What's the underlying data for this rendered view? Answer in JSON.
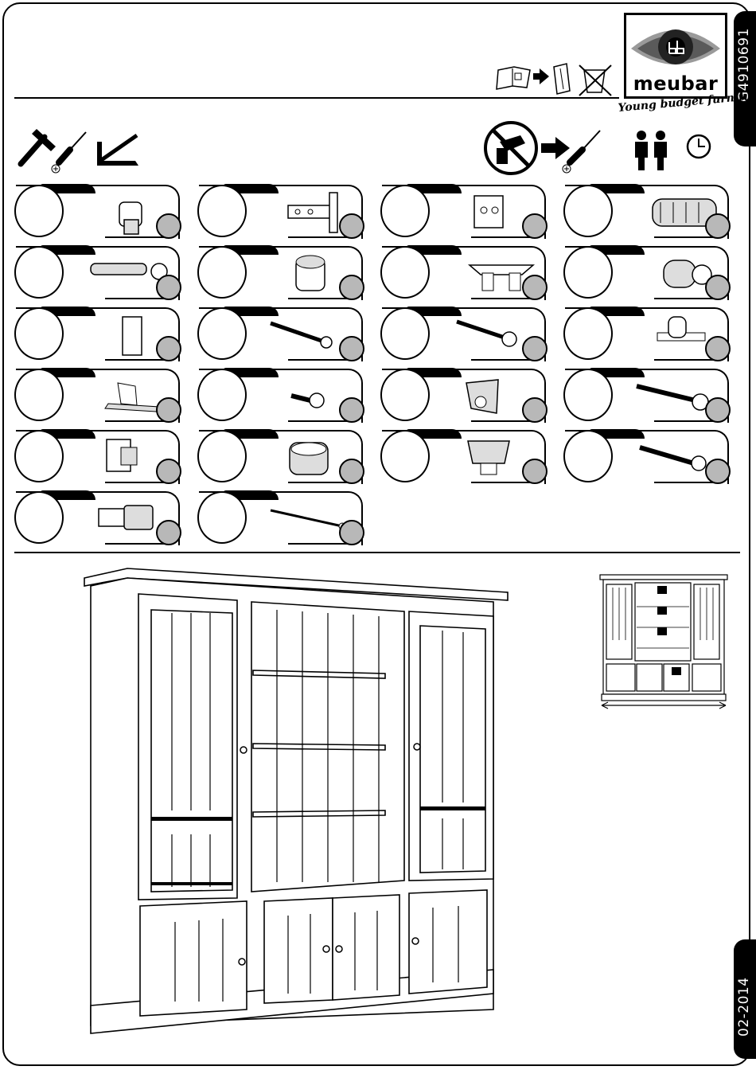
{
  "document": {
    "product_code": "G4910691",
    "date": "02-2014",
    "brand": {
      "name": "meubar",
      "tagline": "Young budget furniture"
    }
  },
  "tools": [
    "hammer-icon",
    "screwdriver-icon",
    "square-ruler-icon"
  ],
  "warnings": [
    "no-power-drill-icon",
    "use-screwdriver-icon",
    "two-persons-icon",
    "clock-icon"
  ],
  "header_icons": [
    "manual-icon",
    "arrow-icon",
    "binder-icon",
    "no-dispose-icon"
  ],
  "parts": [
    {
      "name": "dowel-pin"
    },
    {
      "name": "hinge"
    },
    {
      "name": "hinge-plate"
    },
    {
      "name": "wood-dowel"
    },
    {
      "name": "connecting-bolt"
    },
    {
      "name": "cam-lock"
    },
    {
      "name": "shelf-clip"
    },
    {
      "name": "expansion-insert"
    },
    {
      "name": "corner-sleeve"
    },
    {
      "name": "long-screw"
    },
    {
      "name": "countersunk-screw"
    },
    {
      "name": "rod-bracket"
    },
    {
      "name": "angle-bracket"
    },
    {
      "name": "short-screw"
    },
    {
      "name": "corner-block"
    },
    {
      "name": "machine-screw"
    },
    {
      "name": "door-catch"
    },
    {
      "name": "cam-fitting"
    },
    {
      "name": "drawer-bracket"
    },
    {
      "name": "wood-screw"
    },
    {
      "name": "shelf-support"
    },
    {
      "name": "nail"
    }
  ]
}
